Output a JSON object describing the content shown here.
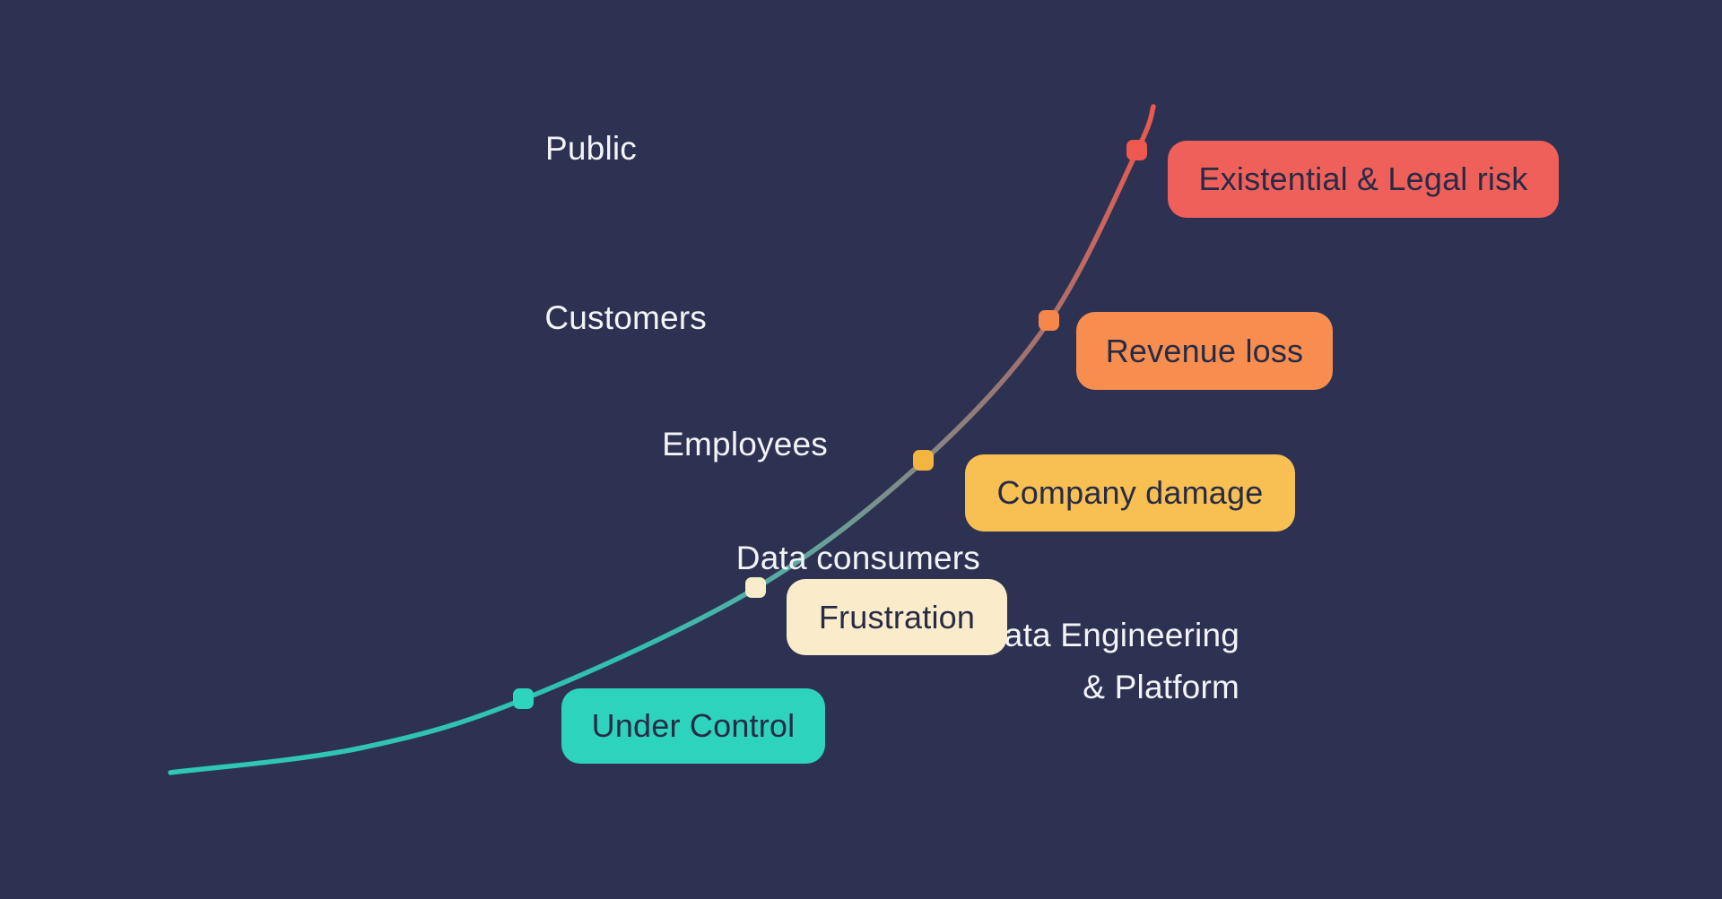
{
  "diagram": {
    "background_color": "#2e3252",
    "label_text_color": "#f2f4f7",
    "badge_text_color": "#272b45",
    "items": [
      {
        "id": "data-engineering-platform",
        "label_lines": [
          "Data Engineering",
          "& Platform"
        ],
        "badge_label": "Under Control",
        "dot_color": "#2dd4be",
        "badge_color": "#2ed3bd"
      },
      {
        "id": "data-consumers",
        "label_lines": [
          "Data consumers"
        ],
        "badge_label": "Frustration",
        "dot_color": "#f8ecca",
        "badge_color": "#faecca"
      },
      {
        "id": "employees",
        "label_lines": [
          "Employees"
        ],
        "badge_label": "Company damage",
        "dot_color": "#f3b440",
        "badge_color": "#f8c053"
      },
      {
        "id": "customers",
        "label_lines": [
          "Customers"
        ],
        "badge_label": "Revenue loss",
        "dot_color": "#f6874a",
        "badge_color": "#f78d4f"
      },
      {
        "id": "public",
        "label_lines": [
          "Public"
        ],
        "badge_label": "Existential & Legal risk",
        "dot_color": "#ee584e",
        "badge_color": "#f0605a"
      }
    ],
    "curve": {
      "gradient_stops": [
        {
          "offset": 0.0,
          "color": "#2fc7b5"
        },
        {
          "offset": 0.38,
          "color": "#31bfb0"
        },
        {
          "offset": 0.52,
          "color": "#5aaba2"
        },
        {
          "offset": 0.62,
          "color": "#79928f"
        },
        {
          "offset": 0.77,
          "color": "#9b7573"
        },
        {
          "offset": 0.89,
          "color": "#c4685f"
        },
        {
          "offset": 1.0,
          "color": "#ee584d"
        }
      ]
    }
  }
}
